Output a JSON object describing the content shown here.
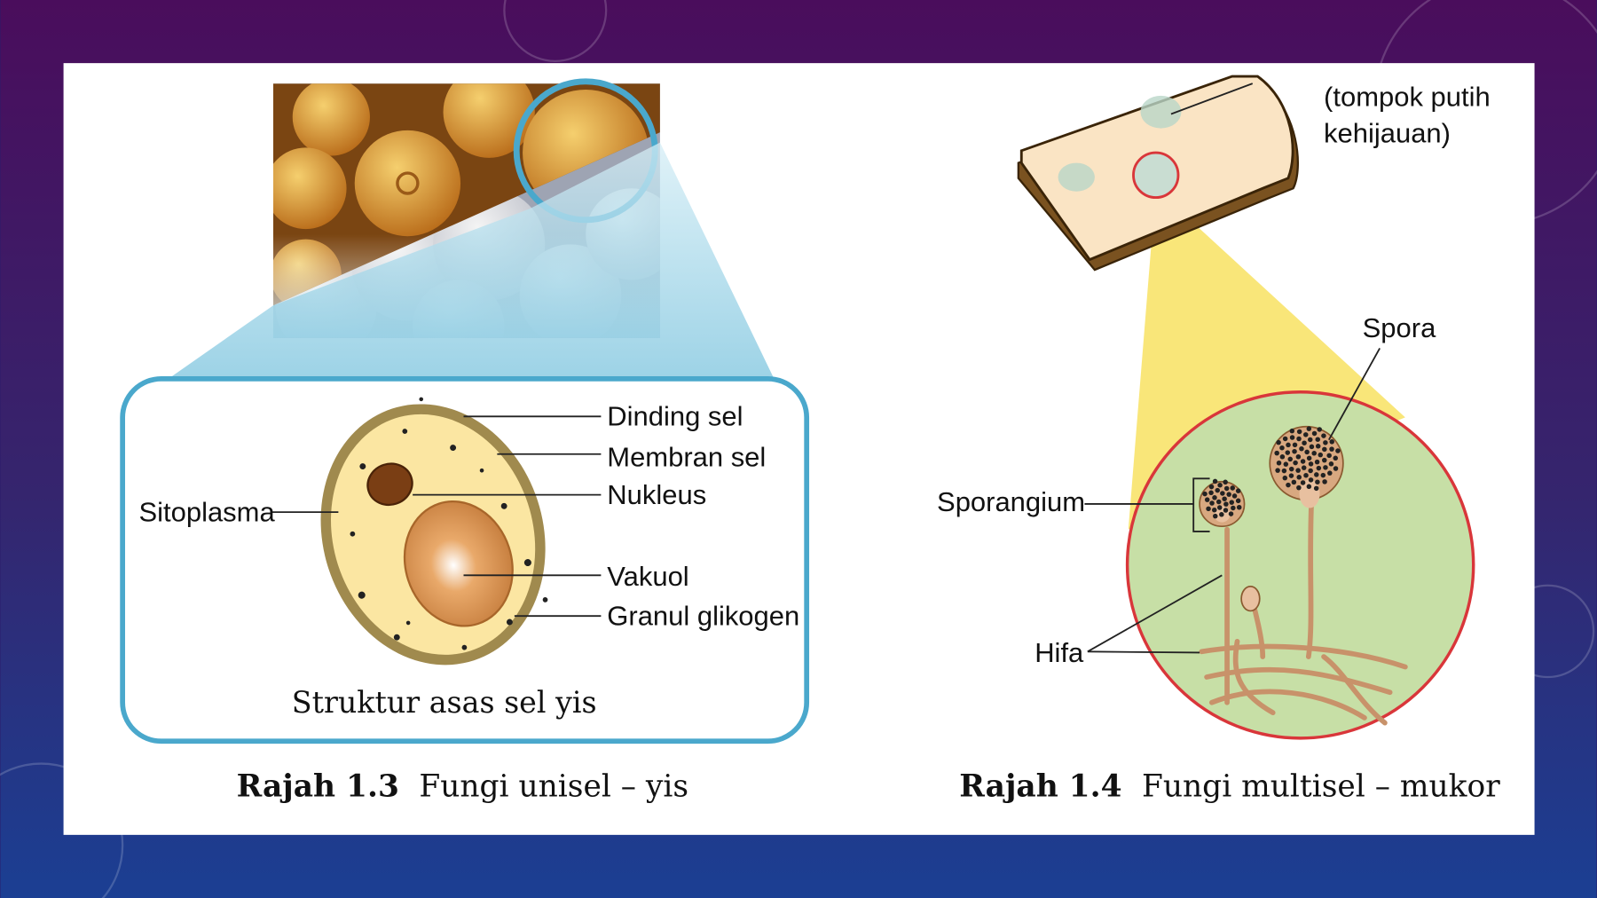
{
  "figure_left": {
    "box_title": "Struktur asas sel yis",
    "labels": {
      "dinding_sel": "Dinding sel",
      "membran_sel": "Membran sel",
      "nukleus": "Nukleus",
      "sitoplasma": "Sitoplasma",
      "vakuol": "Vakuol",
      "granul_glikogen": "Granul glikogen"
    },
    "caption_number": "Rajah 1.3",
    "caption_text": "Fungi unisel – yis"
  },
  "figure_right": {
    "bread_note_line1": "(tompok putih",
    "bread_note_line2": "kehijauan)",
    "labels": {
      "spora": "Spora",
      "sporangium": "Sporangium",
      "hifa": "Hifa"
    },
    "caption_number": "Rajah 1.4",
    "caption_text": "Fungi multisel – mukor"
  },
  "colors": {
    "bg_top": "#4a0d5c",
    "bg_bottom": "#1b3f93",
    "zoom_blue": "#4aa8cc",
    "cell_wall": "#a08a4e",
    "cytoplasm": "#fbe6a2",
    "cone_yellow": "#f8e36a",
    "mould_green": "#c7dfa6",
    "mould_border": "#d9363a"
  }
}
